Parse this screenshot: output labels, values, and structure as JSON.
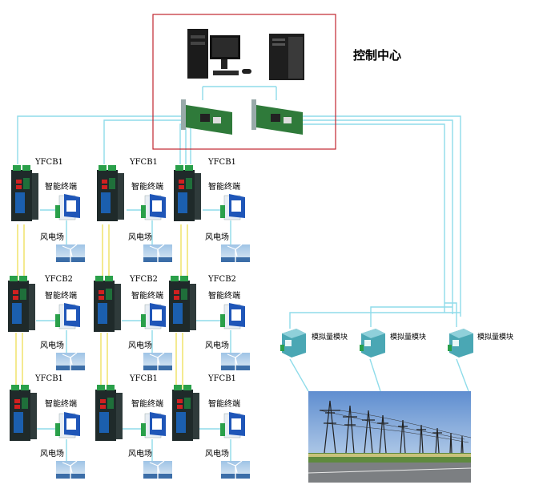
{
  "control_center": {
    "label": "控制中心"
  },
  "rows": [
    {
      "converter_label": "YFCB1"
    },
    {
      "converter_label": "YFCB2"
    },
    {
      "converter_label": "YFCB1"
    }
  ],
  "terminal_label": "智能终端",
  "wind_farm_label": "风电场",
  "analog_module_label": "模拟量模块",
  "colors": {
    "link_cyan": "#8fdcea",
    "link_yellow": "#f0e060",
    "control_box_border": "#c0262e",
    "converter_body": "#1f2a2a",
    "terminal_blue": "#1f56b8",
    "module_teal": "#4aa7b4"
  },
  "icons": [
    "desktop-computer-icon",
    "server-tower-icon",
    "pci-card-icon",
    "fiber-converter-icon",
    "smart-terminal-icon",
    "wind-turbine-photo-icon",
    "analog-module-icon",
    "power-grid-photo-icon"
  ]
}
